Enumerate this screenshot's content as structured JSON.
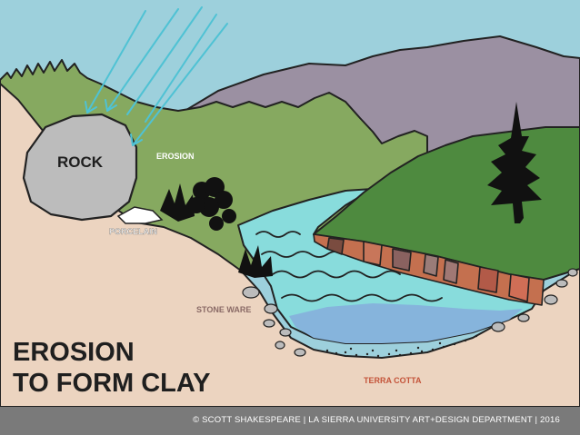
{
  "labels": {
    "rock": "ROCK",
    "erosion": "EROSION",
    "porcelain": "PORCELAIN",
    "stoneware": "STONE WARE",
    "terracotta": "TERRA COTTA"
  },
  "title": {
    "line1": "EROSION",
    "line2": "TO FORM CLAY"
  },
  "footer": "© SCOTT SHAKESPEARE  |  LA SIERRA UNIVERSITY ART+DESIGN DEPARTMENT  |  2016",
  "colors": {
    "sky": "#9dd0dc",
    "far_mountain": "#9b90a2",
    "hill_green": "#86a960",
    "near_hill": "#4e8a3f",
    "ground": "#ecd4c0",
    "water": "#88dcdc",
    "water_deep": "#86b4dc",
    "rock": "#bcbcbc",
    "clay_band": "#c4704f",
    "rain": "#4fc2d4",
    "label_white": "#ffffff",
    "label_terracotta": "#c4543a",
    "label_stoneware": "#8a6a66"
  }
}
